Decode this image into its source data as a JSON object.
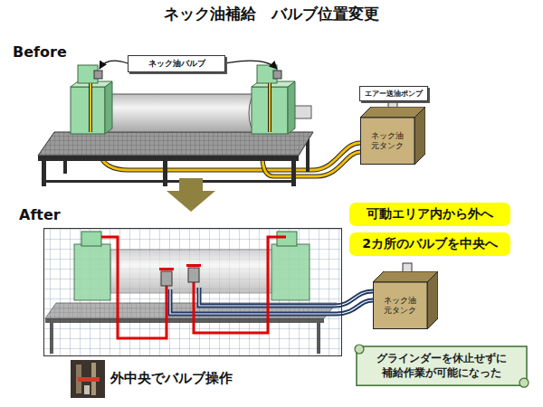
{
  "diagram": {
    "title": "ネック油補給　バルブ位置変更",
    "nodes": [
      {
        "text": [
          "ネック油バルブ"
        ]
      },
      {
        "text": [
          "エアー送油ポンプ"
        ]
      },
      {
        "text": [
          "ネック油 元タンク"
        ]
      },
      {
        "text": [
          "After"
        ]
      },
      {
        "text": [
          "ネック油 元タンク"
        ]
      },
      {
        "text": [
          "可動エリア内から外へ"
        ]
      },
      {
        "text": [
          "2カ所のバルブを中央へ"
        ]
      },
      {
        "text": [
          "グラインダーを休止せずに 補給作業が可能になった"
        ]
      }
    ],
    "labels": [
      "Before",
      "外中央でバルブ操作"
    ]
  }
}
